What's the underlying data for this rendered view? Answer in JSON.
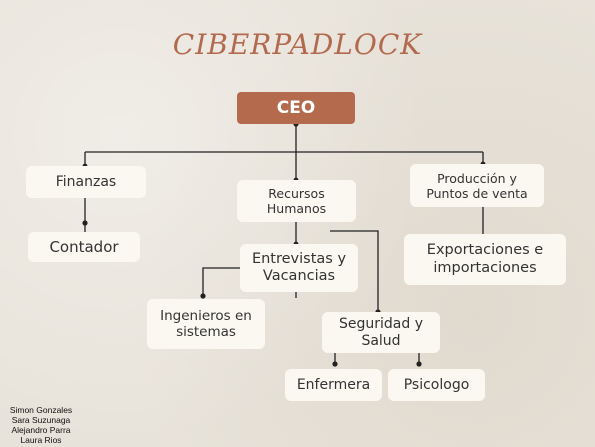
{
  "diagram": {
    "title": "CIBERPADLOCK",
    "nodes": {
      "ceo": "CEO",
      "finanzas": "Finanzas",
      "contador": "Contador",
      "recursos_humanos": "Recursos Humanos",
      "produccion": "Producción y Puntos de venta",
      "entrevistas": "Entrevistas y Vacancias",
      "ingenieros": "Ingenieros en sistemas",
      "seguridad": "Seguridad y Salud",
      "exportaciones": "Exportaciones e importaciones",
      "enfermera": "Enfermera",
      "psicologo": "Psicologo"
    },
    "credits": [
      "Simon Gonzales",
      "Sara Suzunaga",
      "Alejandro Parra",
      "Laura Rios"
    ],
    "colors": {
      "accent": "#b46a4c",
      "box": "#fbf8f2",
      "line": "#222222",
      "background": "#e8e3da"
    }
  }
}
